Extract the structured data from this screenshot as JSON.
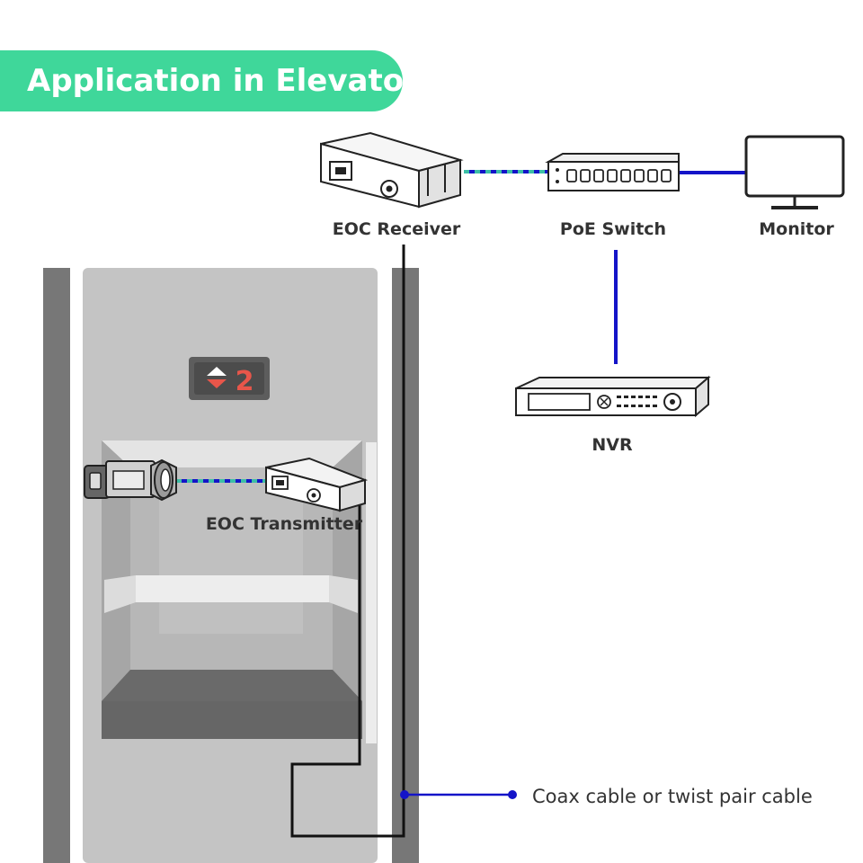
{
  "title": "Application in Elevator",
  "labels": {
    "eoc_receiver": "EOC Receiver",
    "poe_switch": "PoE Switch",
    "monitor": "Monitor",
    "nvr": "NVR",
    "eoc_transmitter": "EOC Transmitter",
    "legend": "Coax cable or twist pair cable"
  },
  "floor_indicator": {
    "number": "2"
  },
  "colors": {
    "accent": "#3fd79a",
    "cable_blue": "#1414c8",
    "cable_dashed_teal": "#3dbfa6",
    "floor_number_red": "#e8564a"
  }
}
